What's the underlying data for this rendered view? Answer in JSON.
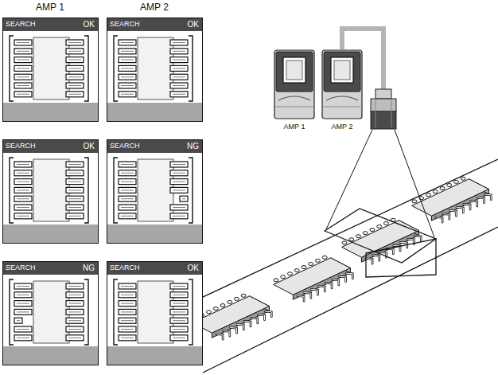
{
  "diagram": {
    "nodes": [
      {
        "text": [
          "SEARCH",
          "OK"
        ]
      },
      {
        "text": [
          "SEARCH",
          "OK"
        ]
      },
      {
        "text": [
          "SEARCH",
          "OK"
        ]
      },
      {
        "text": [
          "SEARCH",
          "NG"
        ]
      },
      {
        "text": [
          "SEARCH",
          "NG"
        ]
      },
      {
        "text": [
          "SEARCH",
          "OK"
        ]
      },
      {
        "text": [
          "AMP 1"
        ]
      },
      {
        "text": [
          "AMP 2"
        ]
      }
    ],
    "labels": [
      "AMP 1",
      "AMP 2"
    ]
  }
}
